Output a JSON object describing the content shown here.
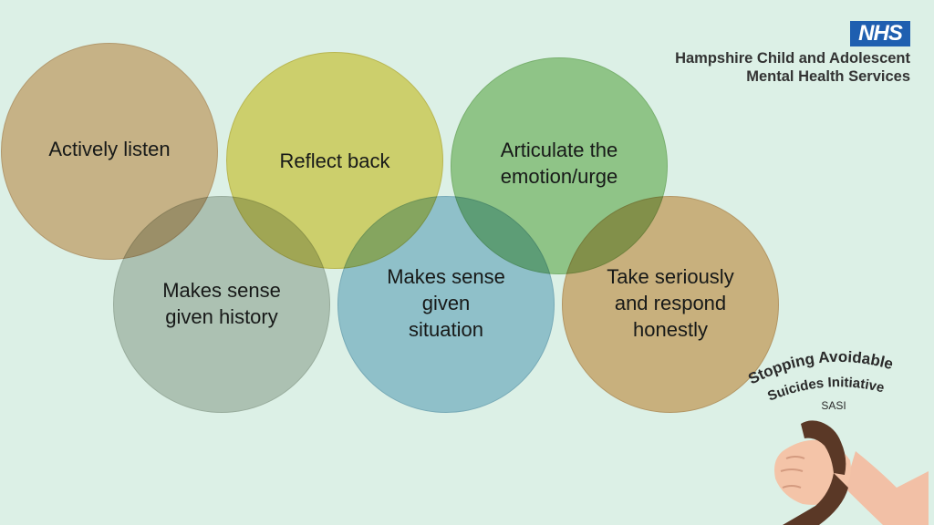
{
  "header": {
    "nhs_badge": "NHS",
    "org_line1": "Hampshire Child and Adolescent",
    "org_line2": "Mental Health Services"
  },
  "circles": [
    {
      "lines": [
        "Actively listen"
      ],
      "color": "#e6bd95"
    },
    {
      "lines": [
        "Reflect back"
      ],
      "color": "#eddc78"
    },
    {
      "lines": [
        "Articulate the",
        "emotion/urge"
      ],
      "color": "#a6d196"
    },
    {
      "lines": [
        "Makes sense",
        "given history"
      ],
      "color": "#c8cdc6"
    },
    {
      "lines": [
        "Makes sense",
        "given",
        "situation"
      ],
      "color": "#a6ccdf"
    },
    {
      "lines": [
        "Take seriously",
        "and respond",
        "honestly"
      ],
      "color": "#e8bb8b"
    }
  ],
  "logo": {
    "arc_line1": "Stopping Avoidable",
    "arc_line2": "Suicides Initiative",
    "abbreviation": "SASI",
    "icon": "clasped-hands-icon"
  },
  "colors": {
    "background": "#dcf0e6",
    "nhs_blue": "#1f5fb0",
    "text": "#1a1a1a"
  }
}
